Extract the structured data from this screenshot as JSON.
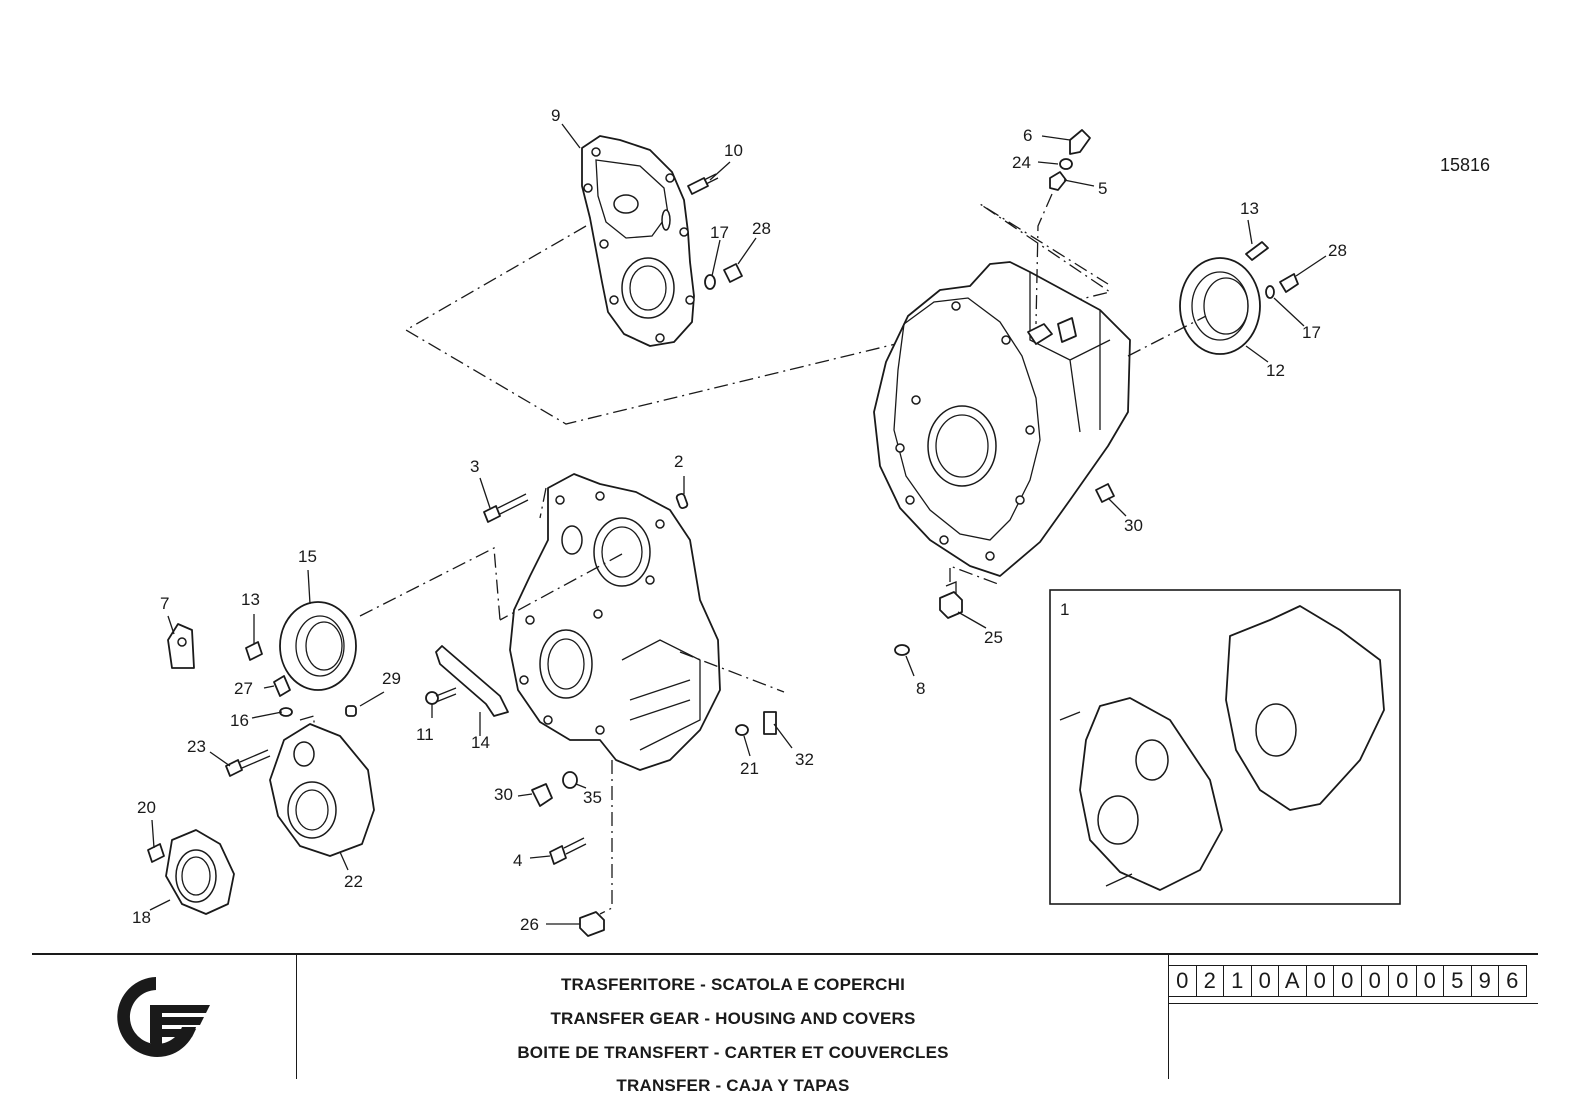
{
  "sheet_number": "15816",
  "part_labels": {
    "p9": "9",
    "p10": "10",
    "p17a": "17",
    "p28a": "28",
    "p6": "6",
    "p24": "24",
    "p5": "5",
    "p13a": "13",
    "p28b": "28",
    "p17b": "17",
    "p12": "12",
    "p3": "3",
    "p2": "2",
    "p30a": "30",
    "p15": "15",
    "p7": "7",
    "p13b": "13",
    "p27": "27",
    "p16": "16",
    "p29": "29",
    "p23": "23",
    "p11": "11",
    "p14": "14",
    "p25": "25",
    "p8": "8",
    "p21": "21",
    "p32": "32",
    "p30b": "30",
    "p35": "35",
    "p4": "4",
    "p20": "20",
    "p22": "22",
    "p18": "18",
    "p26": "26",
    "p1": "1"
  },
  "title_block": {
    "lines": [
      "TRASFERITORE - SCATOLA E COPERCHI",
      "TRANSFER GEAR - HOUSING AND COVERS",
      "BOITE DE TRANSFERT - CARTER ET COUVERCLES",
      "TRANSFER - CAJA Y TAPAS"
    ],
    "code": [
      "0",
      "2",
      "1",
      "0",
      "A",
      "0",
      "0",
      "0",
      "0",
      "0",
      "5",
      "9",
      "6"
    ]
  },
  "logo_icon": "manufacturer-logo-icon"
}
